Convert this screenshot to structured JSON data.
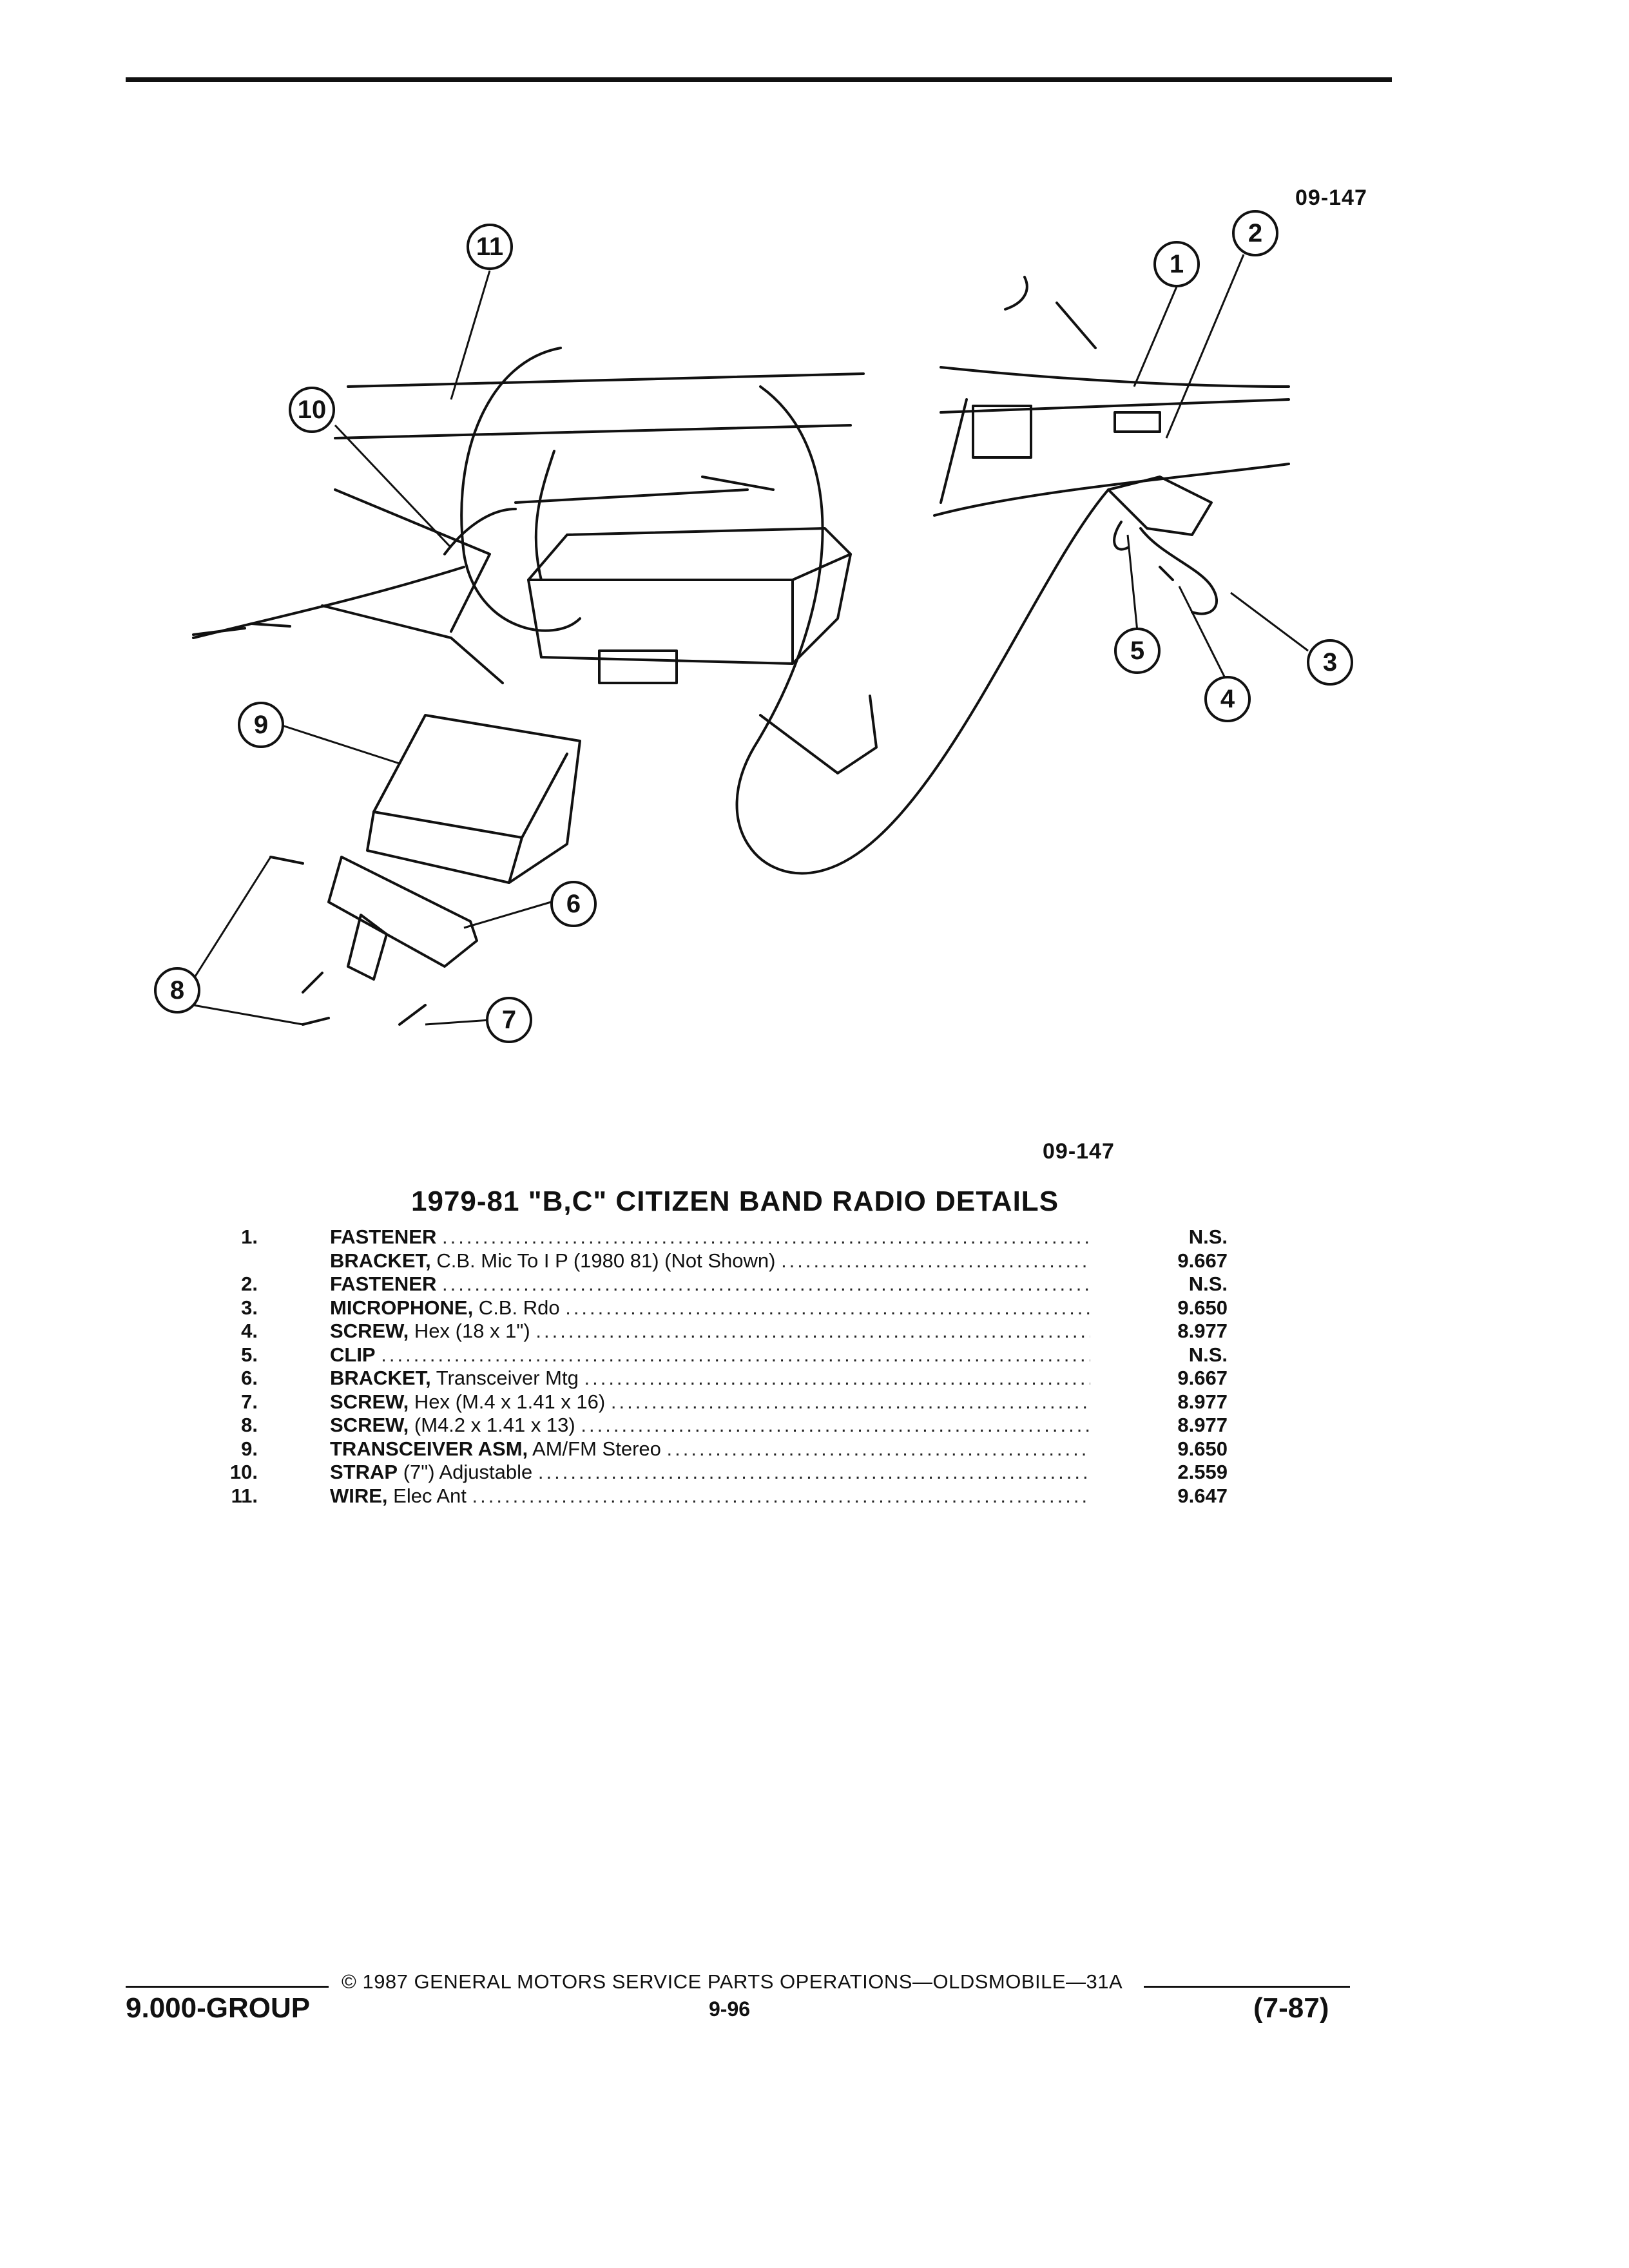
{
  "figure_code_top": "09-147",
  "figure_code_bottom": "09-147",
  "callouts": [
    "1",
    "2",
    "3",
    "4",
    "5",
    "6",
    "7",
    "8",
    "9",
    "10",
    "11"
  ],
  "title": "1979-81 \"B,C\" CITIZEN BAND RADIO DETAILS",
  "parts": [
    {
      "num": "1.",
      "name": "FASTENER",
      "detail": "",
      "group": "N.S."
    },
    {
      "num": "",
      "name": "BRACKET,",
      "detail": " C.B. Mic To I P (1980 81) (Not Shown)",
      "group": "9.667"
    },
    {
      "num": "2.",
      "name": "FASTENER",
      "detail": "",
      "group": "N.S."
    },
    {
      "num": "3.",
      "name": "MICROPHONE,",
      "detail": " C.B. Rdo",
      "group": "9.650"
    },
    {
      "num": "4.",
      "name": "SCREW,",
      "detail": " Hex (18 x 1\")",
      "group": "8.977"
    },
    {
      "num": "5.",
      "name": "CLIP",
      "detail": "",
      "group": "N.S."
    },
    {
      "num": "6.",
      "name": "BRACKET,",
      "detail": " Transceiver Mtg",
      "group": "9.667"
    },
    {
      "num": "7.",
      "name": "SCREW,",
      "detail": " Hex (M.4 x 1.41 x 16)",
      "group": "8.977"
    },
    {
      "num": "8.",
      "name": "SCREW,",
      "detail": " (M4.2 x 1.41 x 13)",
      "group": "8.977"
    },
    {
      "num": "9.",
      "name": "TRANSCEIVER ASM,",
      "detail": " AM/FM Stereo",
      "group": "9.650"
    },
    {
      "num": "10.",
      "name": "STRAP",
      "detail": " (7\") Adjustable",
      "group": "2.559"
    },
    {
      "num": "11.",
      "name": "WIRE,",
      "detail": " Elec Ant",
      "group": "9.647"
    }
  ],
  "footer": {
    "copyright": "© 1987 GENERAL MOTORS SERVICE PARTS OPERATIONS—OLDSMOBILE—31A",
    "group": "9.000-GROUP",
    "page": "9-96",
    "date": "(7-87)"
  }
}
